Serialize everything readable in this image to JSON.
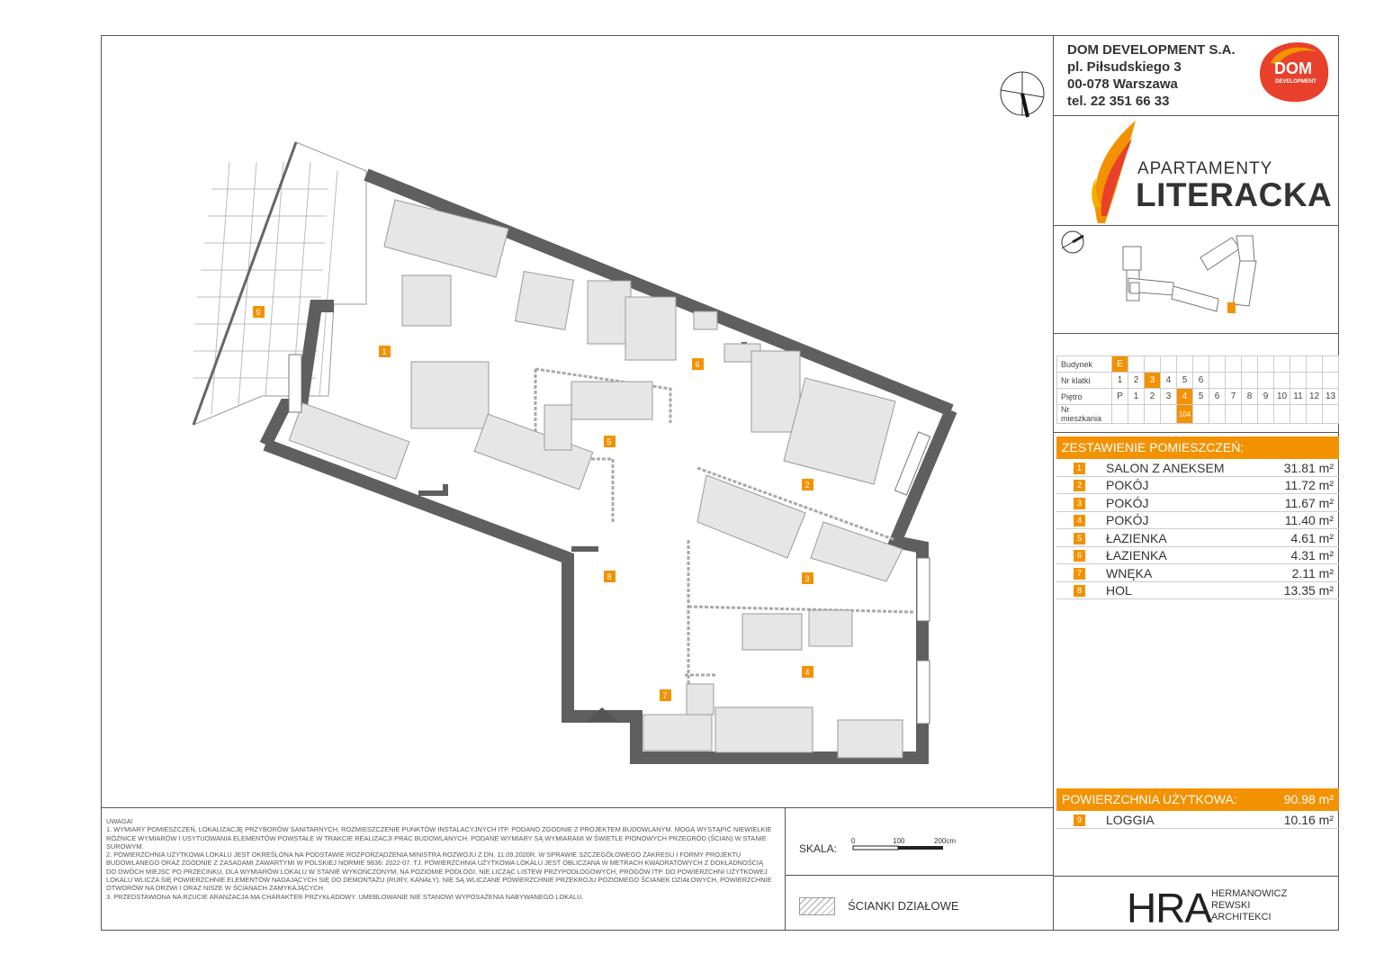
{
  "company": {
    "name": "DOM DEVELOPMENT S.A.",
    "address1": "pl. Piłsudskiego 3",
    "address2": "00-078 Warszawa",
    "phone": "tel. 22 351 66 33",
    "logo_text": "DOM",
    "logo_sub": "DEVELOPMENT"
  },
  "project": {
    "line1": "APARTAMENTY",
    "line2": "LITERACKA"
  },
  "unit_grid": {
    "labels": [
      "Budynek",
      "Nr klatki",
      "Piętro",
      "Nr mieszkania"
    ],
    "building": "E",
    "stairwells": [
      "1",
      "2",
      "3",
      "4",
      "5",
      "6"
    ],
    "selected_stairwell": "3",
    "floors": [
      "P",
      "1",
      "2",
      "3",
      "4",
      "5",
      "6",
      "7",
      "8",
      "9",
      "10",
      "11",
      "12",
      "13"
    ],
    "selected_floor": "4",
    "apartment_number": "104"
  },
  "rooms_header": "ZESTAWIENIE POMIESZCZEŃ:",
  "rooms": [
    {
      "num": "1",
      "name": "SALON Z ANEKSEM",
      "area": "31.81 m²"
    },
    {
      "num": "2",
      "name": "POKÓJ",
      "area": "11.72 m²"
    },
    {
      "num": "3",
      "name": "POKÓJ",
      "area": "11.67 m²"
    },
    {
      "num": "4",
      "name": "POKÓJ",
      "area": "11.40 m²"
    },
    {
      "num": "5",
      "name": "ŁAZIENKA",
      "area": "4.61 m²"
    },
    {
      "num": "6",
      "name": "ŁAZIENKA",
      "area": "4.31 m²"
    },
    {
      "num": "7",
      "name": "WNĘKA",
      "area": "2.11 m²"
    },
    {
      "num": "8",
      "name": "HOL",
      "area": "13.35 m²"
    }
  ],
  "usable_area": {
    "label": "POWIERZCHNIA UŻYTKOWA:",
    "value": "90.98 m²"
  },
  "loggia": {
    "num": "9",
    "name": "LOGGIA",
    "area": "10.16 m²"
  },
  "notes": {
    "title": "UWAGA!",
    "items": [
      "1.  WYMIARY POMIESZCZEŃ, LOKALIZACJĘ PRZYBORÓW SANITARNYCH, ROZMIESZCZENIE PUNKTÓW INSTALACYJNYCH ITP. PODANO ZGODNIE Z PROJEKTEM BUDOWLANYM. MOGĄ WYSTĄPIĆ NIEWIELKIE RÓŻNICE WYMIARÓW I USYTUOWANIA ELEMENTÓW POWSTAŁE W TRAKCIE REALIZACJI PRAC BUDOWLANYCH. PODANE WYMIARY SĄ WYMIARAMI W ŚWIETLE PIONOWYCH PRZEGRÓD (ŚCIAN) W STANIE SUROWYM.",
      "2.  POWIERZCHNIA UŻYTKOWA LOKALU JEST OKREŚLONA NA PODSTAWIE ROZPORZĄDZENIA MINISTRA ROZWOJU Z DN. 11.09.2020R. W SPRAWIE SZCZEGÓŁOWEGO ZAKRESU I FORMY PROJEKTU BUDOWLANEGO ORAZ ZGODNIE Z ZASADAMI ZAWARTYMI W POLSKIEJ NORMIE 9836: 2022-07. TJ. POWIERZCHNIA UŻYTKOWA LOKALU JEST OBLICZANA W METRACH KWADRATOWYCH Z DOKŁADNOŚCIĄ DO DWÓCH MIEJSC PO PRZECINKU, DLA WYMIARÓW LOKALU W STANIE WYKOŃCZONYM, NA POZIOMIE PODŁOGI, NIE LICZĄC LISTEW PRZYPODŁOGOWYCH, PROGÓW ITP. DO POWIERZCHNI UŻYTKOWEJ LOKALU WLICZA SIĘ POWIERZCHNIE ELEMENTÓW NADAJĄCYCH SIĘ DO DEMONTAŻU (RURY, KANAŁY). NIE SĄ WLICZANE POWIERZCHNIE PRZEKROJU POZIOMEGO ŚCIANEK DZIAŁOWYCH, POWIERZCHNIE OTWORÓW NA DRZWI I ORAZ NISZE W ŚCIANACH ZAMYKAJĄCYCH.",
      "3.  PRZEDSTAWIONA NA RZUCIE ARANŻACJA MA CHARAKTER PRZYKŁADOWY. UMEBLOWANIE NIE STANOWI WYPOSAŻENIA NABYWANEGO LOKALU."
    ]
  },
  "scale": {
    "label": "SKALA:",
    "ticks": [
      "0",
      "100",
      "200cm"
    ]
  },
  "legend": {
    "walls_label": "ŚCIANKI DZIAŁOWE"
  },
  "architect": {
    "logo": "HRA",
    "line1": "HERMANOWICZ",
    "line2": "REWSKI",
    "line3": "ARCHITEKCI"
  },
  "plan_labels": [
    "1",
    "2",
    "3",
    "4",
    "5",
    "6",
    "7",
    "8",
    "9"
  ],
  "colors": {
    "accent": "#f39200",
    "wall": "#5f5f5f",
    "furniture": "#e6e6e6"
  }
}
